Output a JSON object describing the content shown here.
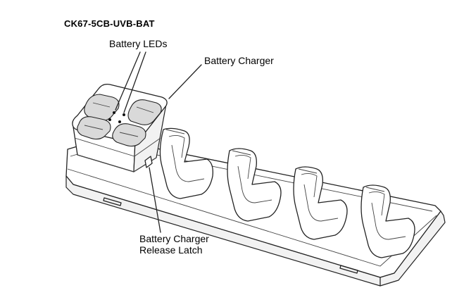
{
  "diagram": {
    "model": "CK67-5CB-UVB-BAT",
    "callouts": {
      "battery_leds": "Battery LEDs",
      "battery_charger": "Battery Charger",
      "release_latch_line1": "Battery Charger",
      "release_latch_line2": "Release Latch"
    }
  }
}
